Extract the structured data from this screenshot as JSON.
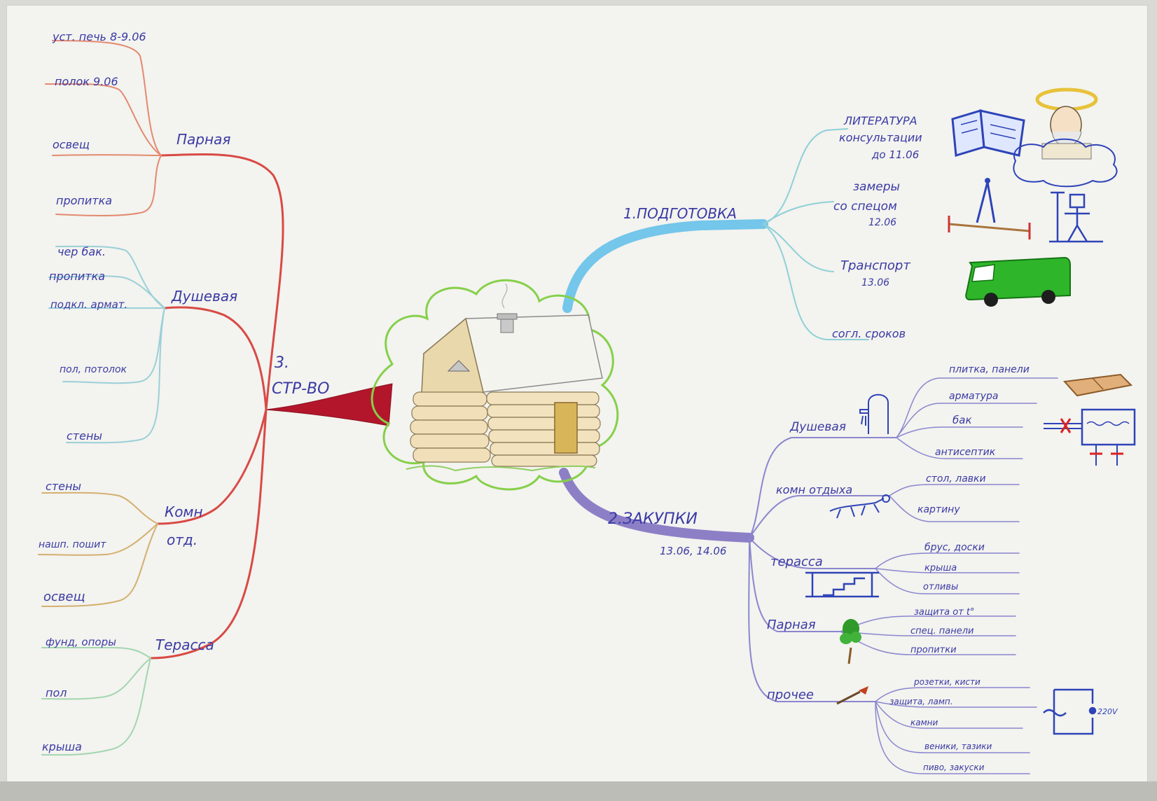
{
  "center": {
    "label": ""
  },
  "branch3": {
    "title_num": "3.",
    "title": "СТР-ВО",
    "groups": [
      {
        "label": "Парная",
        "items": [
          "уст. печь 8-9.06",
          "полок 9.06",
          "освещ",
          "пропитка"
        ]
      },
      {
        "label": "Душевая",
        "items": [
          "чер бак.",
          "пропитка",
          "подкл. армат.",
          "пол, потолок",
          "стены"
        ]
      },
      {
        "label_line1": "Комн",
        "label_line2": "отд.",
        "items": [
          "стены",
          "нашп. пошит",
          "освещ"
        ]
      },
      {
        "label": "Терасса",
        "items": [
          "фунд, опоры",
          "пол",
          "крыша"
        ]
      }
    ]
  },
  "branch1": {
    "title": "1.ПОДГОТОВКА",
    "items": [
      {
        "line1": "ЛИТЕРАТУРА",
        "line2": "консультации",
        "line3": "до 11.06"
      },
      {
        "line1": "замеры",
        "line2": "со спецом",
        "line3": "12.06"
      },
      {
        "line1": "Транспорт",
        "line2": "13.06"
      },
      {
        "line1": "согл. сроков"
      }
    ]
  },
  "branch2": {
    "title": "2.ЗАКУПКИ",
    "subtitle": "13.06, 14.06",
    "groups": [
      {
        "label": "Душевая",
        "items": [
          "плитка, панели",
          "арматура",
          "бак",
          "антисептик"
        ]
      },
      {
        "label": "комн отдыха",
        "items": [
          "стол, лавки",
          "картину"
        ]
      },
      {
        "label": "терасса",
        "items": [
          "брус, доски",
          "крыша",
          "отливы"
        ]
      },
      {
        "label": "Парная",
        "items": [
          "защита от t°",
          "спец. панели",
          "пропитки"
        ]
      },
      {
        "label": "прочее",
        "items": [
          "розетки, кисти",
          "защита, ламп.",
          "камни",
          "веники, тазики",
          "пиво, закуски"
        ]
      }
    ]
  },
  "icons": {
    "voltage": "220V",
    "colors": {
      "red": "#c8322f",
      "blue": "#6ec3e8",
      "purple": "#8f7fc7",
      "green": "#63c62f",
      "navy": "#2f3f9a"
    }
  }
}
